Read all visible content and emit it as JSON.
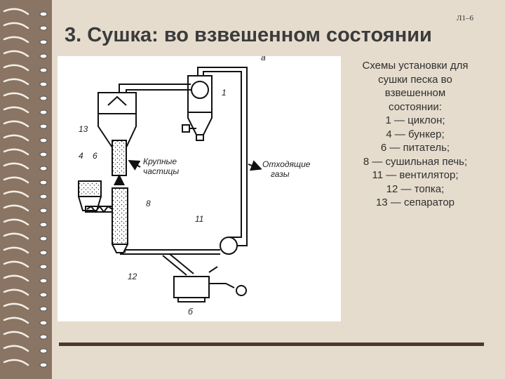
{
  "slide_number": "Л1–6",
  "title": "3. Сушка: во взвешенном состоянии",
  "caption_lines": [
    "Схемы установки для",
    "сушки песка во",
    "взвешенном",
    "состоянии:",
    "1 — циклон;",
    "4 — бункер;",
    "6 — питатель;",
    "8 — сушильная печь;",
    "11 — вентилятор;",
    "12 — топка;",
    "13 — сепаратор"
  ],
  "diagram": {
    "label_a": "а",
    "label_b": "б",
    "n1": "1",
    "n4": "4",
    "n6": "6",
    "n8": "8",
    "n11": "11",
    "n12": "12",
    "n13": "13",
    "coarse_1": "Крупные",
    "coarse_2": "частицы",
    "exhaust_1": "Отходящие",
    "exhaust_2": "газы"
  },
  "colors": {
    "strip": "#8a7463",
    "background": "#e5dccd",
    "bar": "#4a3a2e"
  }
}
